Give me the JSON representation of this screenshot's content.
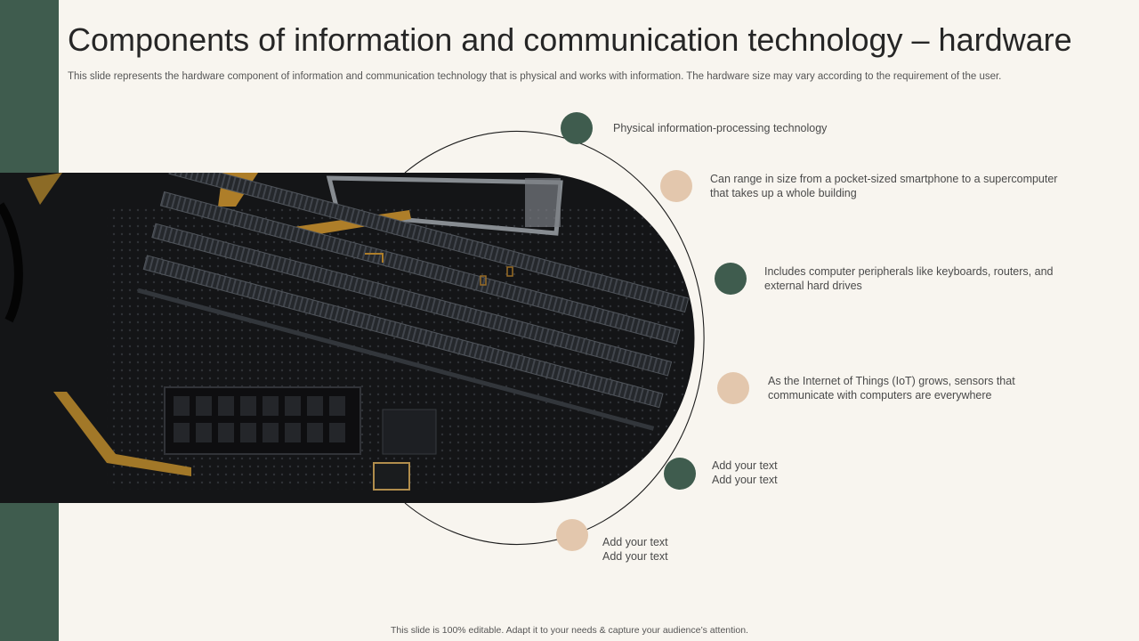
{
  "slide": {
    "title": "Components of information and communication technology – hardware",
    "subtitle": "This slide represents the hardware component of information and communication technology that is physical and works with information. The hardware size may vary according to the requirement of the user.",
    "footer": "This slide is 100% editable. Adapt it to your needs & capture your audience’s attention."
  },
  "colors": {
    "accent_green": "#3f5c4e",
    "accent_beige": "#e3c7ad",
    "background": "#f8f5ef"
  },
  "image": {
    "subject": "computer-motherboard-ram-slots"
  },
  "items": [
    {
      "line1": "Physical information-processing  technology",
      "line2": "",
      "dot": "green"
    },
    {
      "line1": "Can range in size from a pocket-sized smartphone to a supercomputer",
      "line2": "that takes up a whole  building",
      "dot": "beige"
    },
    {
      "line1": "Includes computer peripherals like keyboards, routers, and",
      "line2": "external hard drives",
      "dot": "green"
    },
    {
      "line1": "As the Internet  of Things  (IoT)  grows, sensors that",
      "line2": "communicate with computers are everywhere",
      "dot": "beige"
    },
    {
      "line1": "Add your text",
      "line2": "Add your text",
      "dot": "green"
    },
    {
      "line1": "Add your text",
      "line2": "Add your text",
      "dot": "beige"
    }
  ]
}
